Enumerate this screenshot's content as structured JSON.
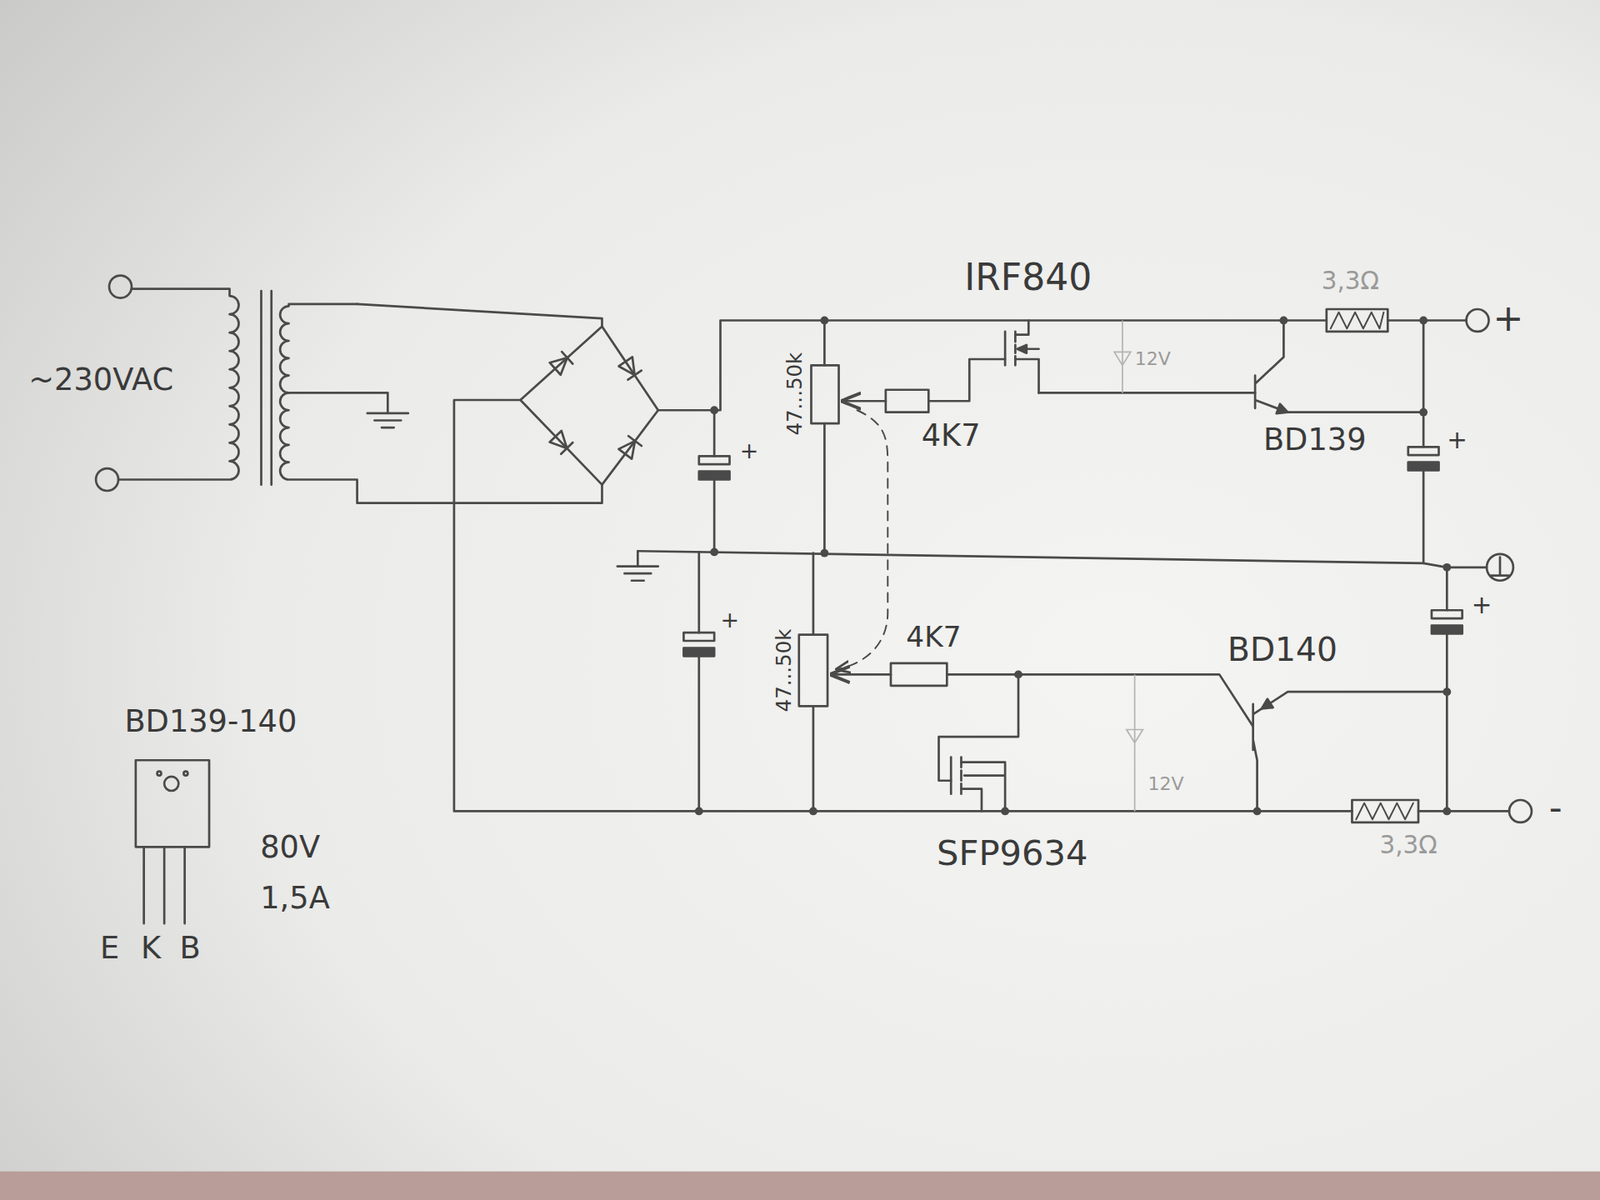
{
  "diagram": {
    "labels": [
      "~230VAC",
      "IRF840",
      "3,3Ω",
      "+",
      "+",
      "47...50k",
      "4K7",
      "12V",
      "BD139",
      "+",
      "+",
      "+",
      "4K7",
      "BD140",
      "47...50k",
      "BD139-140",
      "12V",
      "SFP9634",
      "-",
      "3,3Ω",
      "80V",
      "1,5A",
      "E",
      "K",
      "B"
    ]
  }
}
